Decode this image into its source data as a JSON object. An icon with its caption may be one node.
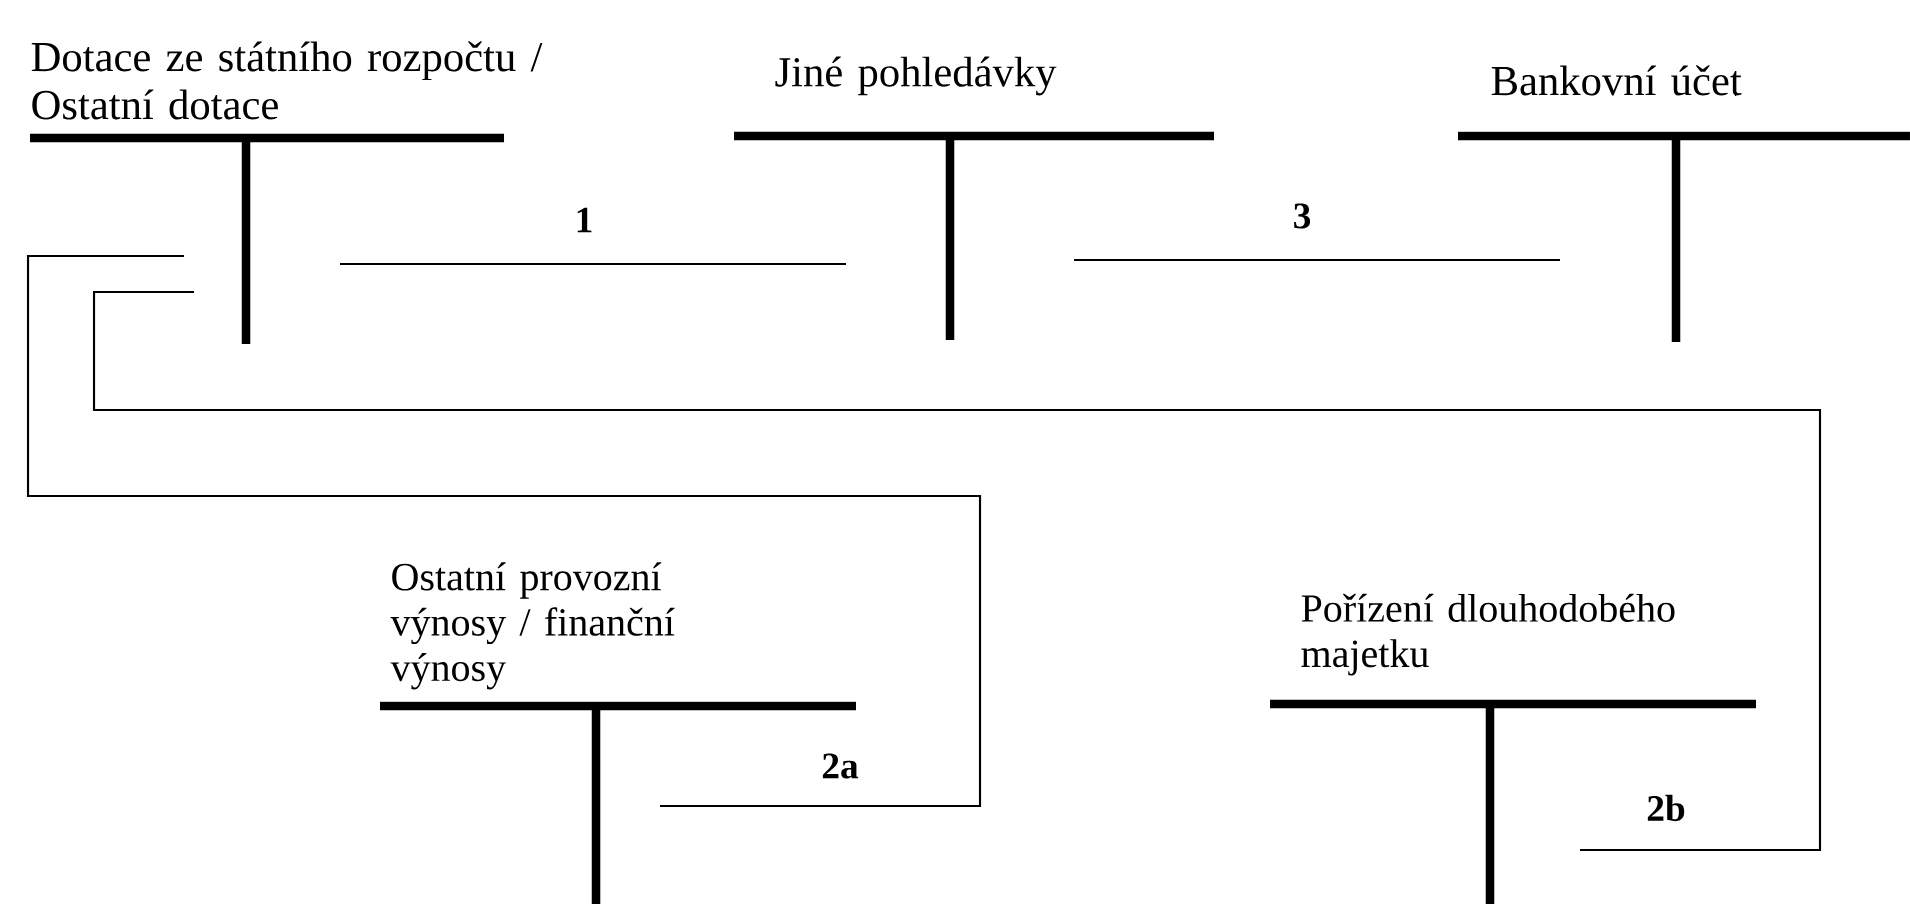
{
  "diagram": {
    "nodes": [
      {
        "text": [
          "Dotace ze státního rozpočtu / Ostatní dotace"
        ]
      },
      {
        "text": [
          "Jiné pohledávky"
        ]
      },
      {
        "text": [
          "Bankovní účet"
        ]
      },
      {
        "text": [
          "Ostatní provozní výnosy / finanční výnosy"
        ]
      },
      {
        "text": [
          "Pořízení dlouhodobého majetku"
        ]
      }
    ],
    "edges": [
      {
        "from": 0,
        "to": 1,
        "arrow": "none",
        "label": "1"
      },
      {
        "from": 1,
        "to": 2,
        "arrow": "none",
        "label": "3"
      },
      {
        "from": 0,
        "to": 3,
        "arrow": "none",
        "label": "2a"
      },
      {
        "from": 0,
        "to": 4,
        "arrow": "none",
        "label": "2b"
      }
    ]
  }
}
